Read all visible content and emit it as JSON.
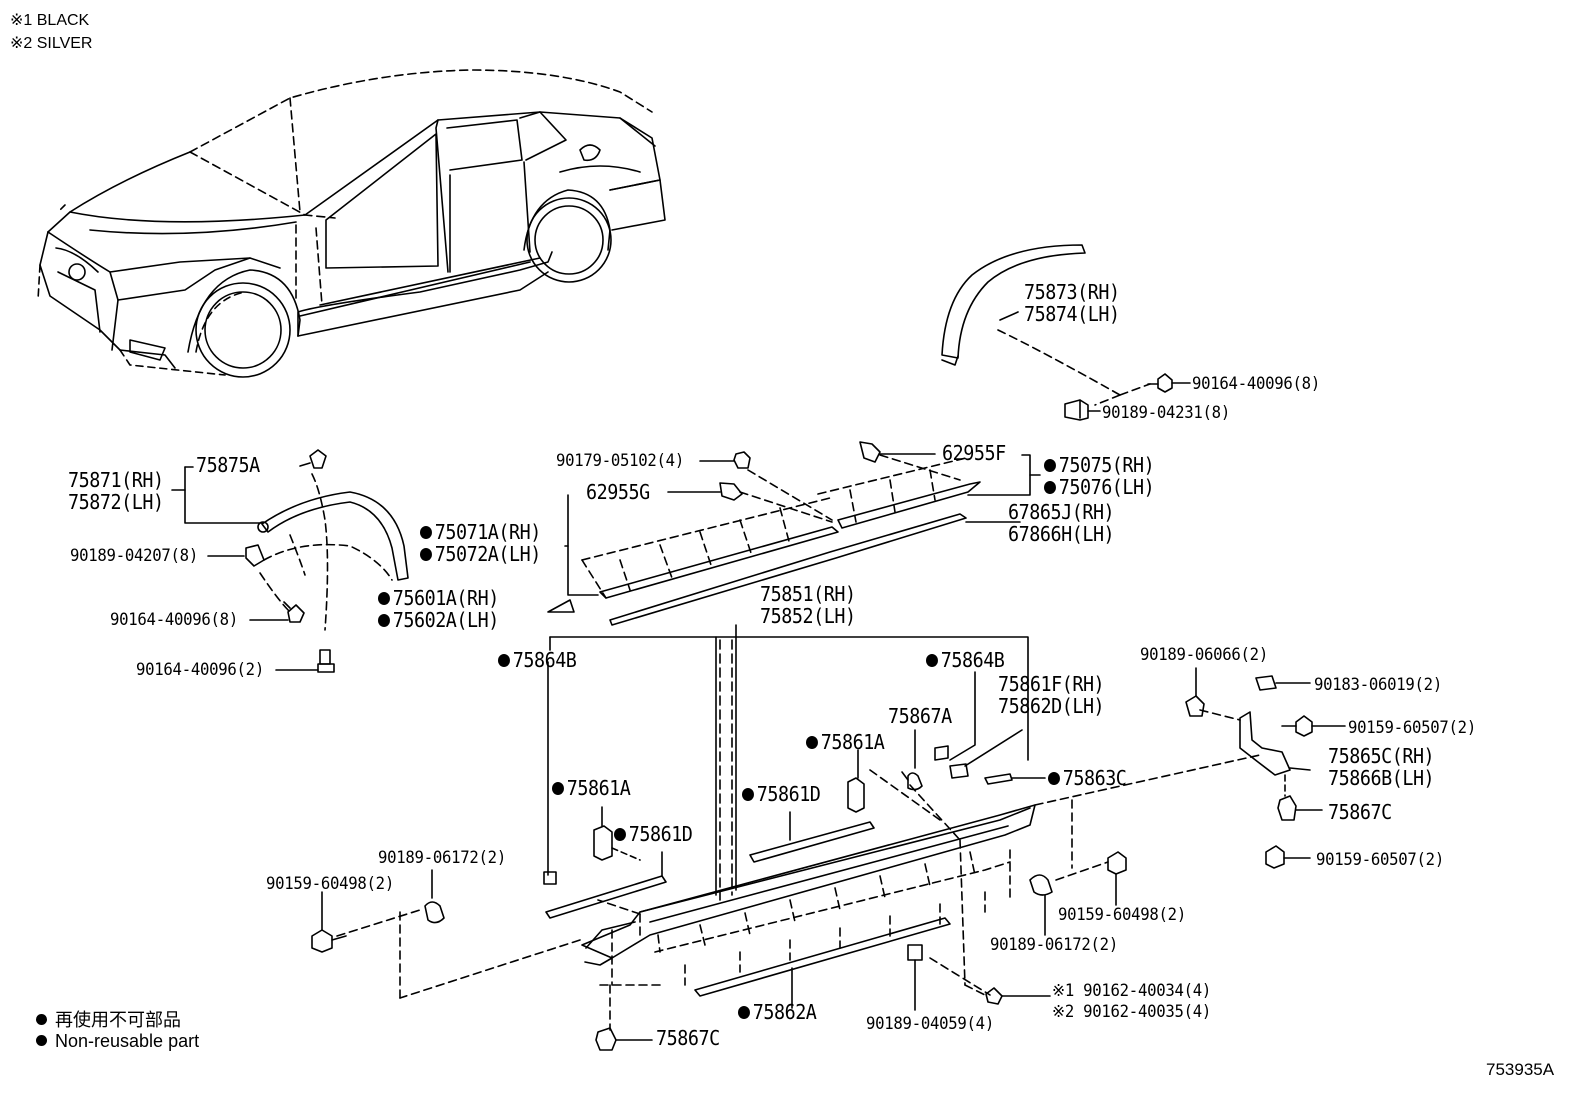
{
  "notes": [
    "※1 BLACK",
    "※2 SILVER"
  ],
  "parts": {
    "p75873": "75873(RH)",
    "p75874": "75874(LH)",
    "p90164_40096_8_a": "90164-40096(8)",
    "p90189_04231": "90189-04231(8)",
    "p75871": "75871(RH)",
    "p75872": "75872(LH)",
    "p75875A": "75875A",
    "p90189_04207": "90189-04207(8)",
    "p90164_40096_8_b": "90164-40096(8)",
    "p90164_40096_2": "90164-40096(2)",
    "p90179_05102": "90179-05102(4)",
    "p62955F": "62955F",
    "p75075": "75075(RH)",
    "p75076": "75076(LH)",
    "p62955G": "62955G",
    "p67865J": "67865J(RH)",
    "p67866H": "67866H(LH)",
    "p75071A": "75071A(RH)",
    "p75072A": "75072A(LH)",
    "p75601A": "75601A(RH)",
    "p75602A": "75602A(LH)",
    "p75851": "75851(RH)",
    "p75852": "75852(LH)",
    "p75864B_left": "75864B",
    "p75864B_right": "75864B",
    "p75861F": "75861F(RH)",
    "p75862D": "75862D(LH)",
    "p75867A": "75867A",
    "p75861A_right": "75861A",
    "p75863C": "75863C",
    "p75861D_right": "75861D",
    "p75861A_left": "75861A",
    "p75861D_left": "75861D",
    "p90189_06172_top": "90189-06172(2)",
    "p90159_60498_left": "90159-60498(2)",
    "p90189_06066": "90189-06066(2)",
    "p90183_06019": "90183-06019(2)",
    "p90159_60507_top": "90159-60507(2)",
    "p75865C": "75865C(RH)",
    "p75866B": "75866B(LH)",
    "p75867C_right": "75867C",
    "p90159_60507_bottom": "90159-60507(2)",
    "p90159_60498_right": "90159-60498(2)",
    "p90189_06172_bottom": "90189-06172(2)",
    "p90162_40034": "※1 90162-40034(4)",
    "p90162_40035": "※2 90162-40035(4)",
    "p90189_04059": "90189-04059(4)",
    "p75862A": "75862A",
    "p75867C_bottom": "75867C"
  },
  "legend": {
    "jp": "再使用不可部品",
    "en": "Non-reusable part"
  },
  "figure_id": "753935A"
}
